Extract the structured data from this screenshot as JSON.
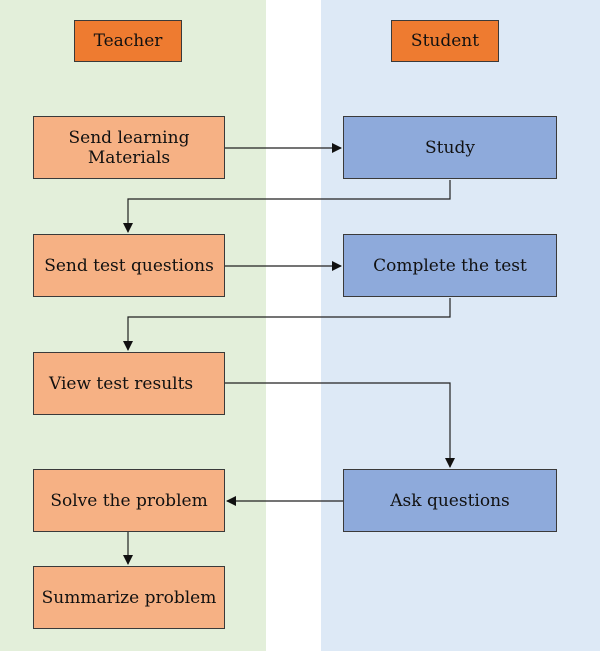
{
  "lanes": {
    "teacher": {
      "title": "Teacher"
    },
    "student": {
      "title": "Student"
    }
  },
  "steps": {
    "send_materials": "Send learning Materials",
    "study": "Study",
    "send_test": "Send test questions",
    "complete_test": "Complete the test",
    "view_results": "View  test results",
    "ask_questions": "Ask questions",
    "solve_problem": "Solve the problem",
    "summarize_problem": "Summarize problem"
  },
  "colors": {
    "teacher_lane": "#e3efda",
    "student_lane": "#dde9f6",
    "header_fill": "#ee7b30",
    "teacher_box": "#f6b184",
    "student_box": "#8eaadb"
  }
}
